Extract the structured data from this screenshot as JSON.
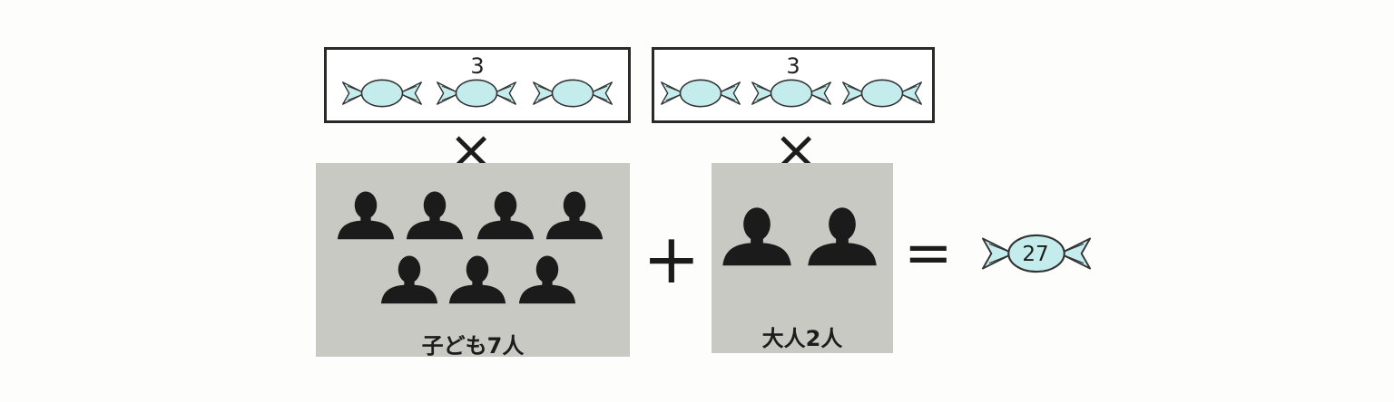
{
  "left_group": {
    "candies_per_person": "3",
    "people_label": "子ども7人",
    "people_count": 7,
    "candy_count": 3
  },
  "right_group": {
    "candies_per_person": "3",
    "people_label": "大人2人",
    "people_count": 2,
    "candy_count": 3
  },
  "operators": {
    "times": "×",
    "plus": "+",
    "equals": "="
  },
  "result": {
    "value": "27"
  },
  "colors": {
    "candy_fill": "#c4ecec",
    "panel": "#c9c9c4",
    "silhouette": "#1b1b1b"
  }
}
